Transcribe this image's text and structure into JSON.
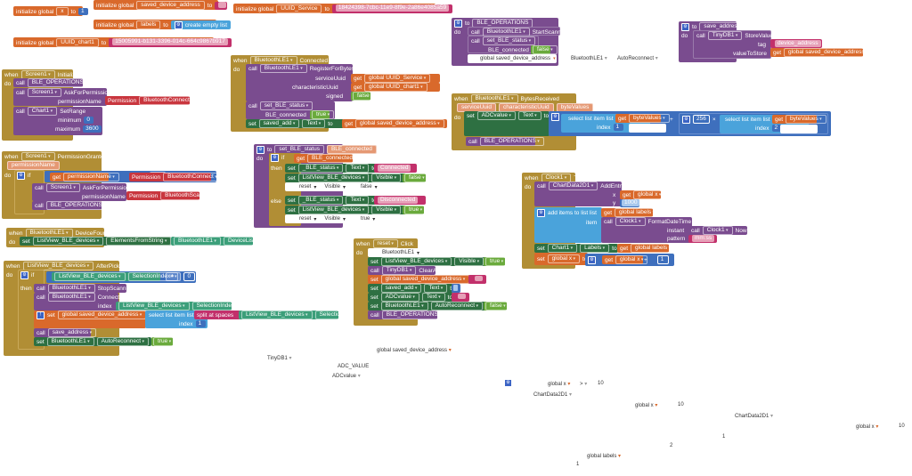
{
  "workspace": {
    "globals": [
      {
        "keyword": "initialize global",
        "name": "x",
        "to": "to",
        "value": "1"
      },
      {
        "keyword": "initialize global",
        "name": "saved_device_address",
        "to": "to",
        "value": ""
      },
      {
        "keyword": "initialize global",
        "name": "labels",
        "to": "to",
        "value": "create empty list"
      },
      {
        "keyword": "initialize global",
        "name": "UUID_chart1",
        "to": "to",
        "value": "15005991-b131-3396-014c-664c9867b917"
      },
      {
        "keyword": "initialize global",
        "name": "UUID_Service",
        "to": "to",
        "value": "18424398-7cbc-11e9-8f9e-2a86e4085a59"
      }
    ],
    "screen_init": {
      "when": "when",
      "component": "Screen1",
      "event": "Initialize",
      "do": "do",
      "call1": "call",
      "proc1": "BLE_OPERATIONS",
      "call2": "call",
      "comp2": "Screen1",
      "method2": "AskForPermission",
      "param_permission": "permissionName",
      "perm_label": "Permission",
      "perm_value": "BluetoothConnect",
      "call3": "call",
      "comp3": "Chart1",
      "method3": "SetRange",
      "param_min": "minimum",
      "min_value": "0",
      "param_max": "maximum",
      "max_value": "3600"
    },
    "bt_connected": {
      "when": "when",
      "component": "BluetoothLE1",
      "event": "Connected",
      "do": "do",
      "call1": "call",
      "comp1": "BluetoothLE1",
      "method1": "RegisterForBytes",
      "p_service": "serviceUuid",
      "get": "get",
      "v_service": "global UUID_Service",
      "p_char": "characteristicUuid",
      "v_char": "global UUID_chart1",
      "p_signed": "signed",
      "v_signed": "false",
      "call2": "call",
      "proc2": "set_BLE_status",
      "p_conn": "BLE_connected",
      "v_conn": "true",
      "set": "set",
      "set_comp": "saved_add",
      "set_prop": "Text",
      "to": "to",
      "set_value": "global saved_device_address"
    },
    "ble_operations": {
      "to": "to",
      "name": "BLE_OPERATIONS",
      "do": "do",
      "call1": "call",
      "comp1": "BluetoothLE1",
      "method1": "StartScanning",
      "call2": "call",
      "proc2": "set_BLE_status",
      "p_conn": "BLE_connected",
      "v_conn": "false",
      "ghost1": "global saved_device_address",
      "ghost2": "BluetoothLE1",
      "ghost3": "AutoReconnect"
    },
    "save_address": {
      "to": "to",
      "name": "save_address",
      "do": "do",
      "call": "call",
      "comp": "TinyDB1",
      "method": "StoreValue",
      "p_tag": "tag",
      "v_tag": "device_address",
      "p_value": "valueToStore",
      "get": "get",
      "v_value": "global saved_device_address"
    },
    "bytes_received": {
      "when": "when",
      "component": "BluetoothLE1",
      "event": "BytesReceived",
      "params": [
        "serviceUuid",
        "characteristicUuid",
        "byteValues"
      ],
      "do": "do",
      "set": "set",
      "set_comp": "ADCvalue",
      "set_prop": "Text",
      "to": "to",
      "select1": "select list item  list",
      "get": "get",
      "list1": "byteValues",
      "index_label": "index",
      "index1": "1",
      "plus": "+",
      "mult_value": "256",
      "times": "×",
      "select2": "select list item  list",
      "list2": "byteValues",
      "index2": "2",
      "call": "call",
      "proc": "BLE_OPERATIONS"
    },
    "permission_granted": {
      "when": "when",
      "component": "Screen1",
      "event": "PermissionGranted",
      "param": "permissionName",
      "do": "do",
      "if": "if",
      "get": "get",
      "cond_var": "permissionName",
      "op": "=",
      "perm_label": "Permission",
      "perm_value": "BluetoothConnect",
      "then": "then",
      "call1": "call",
      "comp1": "Screen1",
      "method1": "AskForPermission",
      "p_perm": "permissionName",
      "perm_value2": "BluetoothScan",
      "call2": "call",
      "proc2": "BLE_OPERATIONS"
    },
    "set_ble_status": {
      "to": "to",
      "name": "set_BLE_status",
      "param": "BLE_connected",
      "do": "do",
      "if": "if",
      "get": "get",
      "cond": "BLE_connected",
      "then": "then",
      "else": "else",
      "set": "set",
      "status_comp": "_BLE_status",
      "text_prop": "Text",
      "to_kw": "to",
      "connected": "Connected",
      "disconnected": "Disconnected",
      "list_comp": "ListView_BLE_devices",
      "visible_prop": "Visible",
      "v_false": "false",
      "v_true": "true",
      "ghost_reset": "reset",
      "ghost_visible": "Visible"
    },
    "device_found": {
      "when": "when",
      "component": "BluetoothLE1",
      "event": "DeviceFound",
      "do": "do",
      "set": "set",
      "comp": "ListView_BLE_devices",
      "prop": "ElementsFromString",
      "to": "to",
      "src_comp": "BluetoothLE1",
      "src_prop": "DeviceList"
    },
    "after_picking": {
      "when": "when",
      "component": "ListView_BLE_devices",
      "event": "AfterPicking",
      "do": "do",
      "if": "if",
      "cond_comp": "ListView_BLE_devices",
      "cond_prop": "SelectionIndex",
      "op": "≠",
      "cond_value": "0",
      "then": "then",
      "call": "call",
      "comp_stop": "BluetoothLE1",
      "method_stop": "StopScanning",
      "comp_conn": "BluetoothLE1",
      "method_conn": "Connect",
      "p_index": "index",
      "idx_comp": "ListView_BLE_devices",
      "idx_prop": "SelectionIndex",
      "set": "set",
      "set_var": "global saved_device_address",
      "to": "to",
      "select": "select list item  list",
      "split": "split at spaces",
      "split_comp": "ListView_BLE_devices",
      "split_prop": "Selection",
      "index_label": "index",
      "index_value": "1",
      "proc_save": "save_address",
      "set_comp": "BluetoothLE1",
      "set_prop": "AutoReconnect",
      "set_value": "true"
    },
    "reset_click": {
      "when": "when",
      "component": "reset",
      "event": "Click",
      "do": "do",
      "ghost": "BluetoothLE1",
      "set": "set",
      "call": "call",
      "to": "to",
      "s1_comp": "ListView_BLE_devices",
      "s1_prop": "Visible",
      "s1_value": "true",
      "c1_comp": "TinyDB1",
      "c1_method": "ClearAll",
      "s2_var": "global saved_device_address",
      "s3_comp": "saved_add",
      "s3_prop": "Text",
      "s4_comp": "ADCvalue",
      "s4_prop": "Text",
      "s5_comp": "BluetoothLE1",
      "s5_prop": "AutoReconnect",
      "s5_value": "false",
      "proc": "BLE_OPERATIONS"
    },
    "clock_timer": {
      "when": "when",
      "component": "Clock1",
      "event": "Timer",
      "do": "do",
      "call": "call",
      "comp1": "ChartData2D1",
      "method1": "AddEntry",
      "p_x": "x",
      "get": "get",
      "v_x": "global x",
      "p_y": "y",
      "v_y": "1000",
      "add_items": "add items to list  list",
      "v_list": "global labels",
      "p_item": "item",
      "comp2": "Clock1",
      "method2": "FormatDateTime",
      "p_instant": "instant",
      "comp3": "Clock1",
      "method3": "Now",
      "p_pattern": "pattern",
      "v_pattern": "mm:ss",
      "set": "set",
      "set1_comp": "Chart1",
      "set1_prop": "Labels",
      "to": "to",
      "set1_value": "global labels",
      "set2_var": "global x",
      "add_var": "global x",
      "plus": "+",
      "add_value": "1"
    },
    "ghost_fragments": [
      {
        "text": "global saved_device_address"
      },
      {
        "text": "TinyDB1"
      },
      {
        "text": "ADC_VALUE"
      },
      {
        "text": "ADCvalue"
      },
      {
        "text": "global x"
      },
      {
        "text": ">"
      },
      {
        "text": "10"
      },
      {
        "text": "ChartData2D1"
      },
      {
        "text": "global x"
      },
      {
        "text": "10"
      },
      {
        "text": "ChartData2D1"
      },
      {
        "text": "global x"
      },
      {
        "text": "10"
      },
      {
        "text": "1"
      },
      {
        "text": "2"
      },
      {
        "text": "global labels"
      },
      {
        "text": "1"
      }
    ]
  }
}
